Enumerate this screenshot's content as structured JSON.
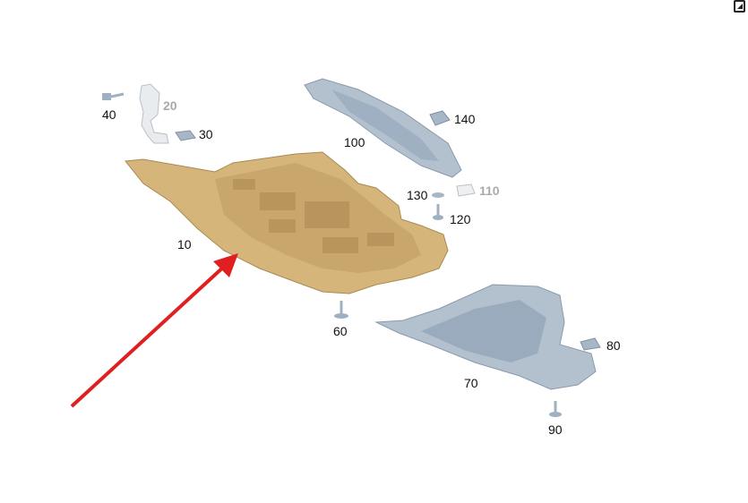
{
  "diagram": {
    "labels": {
      "p10": "10",
      "p20": "20",
      "p30": "30",
      "p40": "40",
      "p60": "60",
      "p70": "70",
      "p80": "80",
      "p90": "90",
      "p100": "100",
      "p110": "110",
      "p120": "120",
      "p130": "130",
      "p140": "140"
    },
    "colors": {
      "underbody_panel": "#d6b57a",
      "metal_parts": "#a8b7c7",
      "arrow": "#e02020"
    }
  }
}
